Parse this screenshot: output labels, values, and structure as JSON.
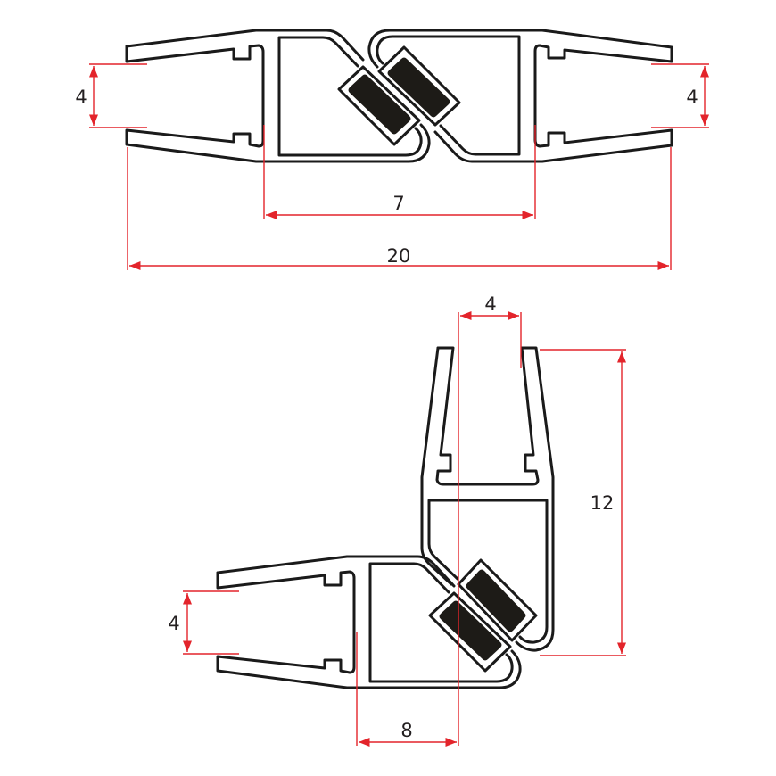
{
  "colors": {
    "outline": "#1a1a1a",
    "magnet": "#1d1b17",
    "dimension": "#e3242b"
  },
  "top_assembly": {
    "left_opening": "4",
    "right_opening": "4",
    "inner_width": "7",
    "overall_width": "20"
  },
  "bottom_assembly": {
    "vertical_opening": "4",
    "vertical_height": "12",
    "horizontal_opening": "4",
    "horizontal_offset": "8"
  }
}
